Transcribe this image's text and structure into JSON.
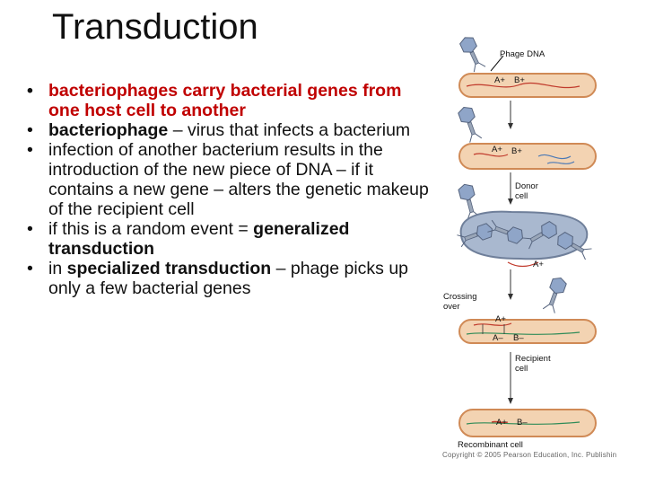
{
  "slide": {
    "title": "Transduction",
    "bullets": [
      {
        "parts": [
          {
            "text": "bacteriophages carry bacterial genes from one host cell to another",
            "bold": true
          }
        ]
      },
      {
        "parts": [
          {
            "text": "bacteriophage",
            "bold": true
          },
          {
            "text": " – virus that infects a bacterium",
            "bold": false
          }
        ]
      },
      {
        "parts": [
          {
            "text": "infection of another bacterium results in the introduction of the new piece of DNA – if it contains a new gene – alters the genetic makeup of the recipient cell",
            "bold": false
          }
        ]
      },
      {
        "parts": [
          {
            "text": "if this is a random event = ",
            "bold": false
          },
          {
            "text": "generalized transduction",
            "bold": true
          }
        ]
      },
      {
        "parts": [
          {
            "text": "in ",
            "bold": false
          },
          {
            "text": "specialized transduction",
            "bold": true
          },
          {
            "text": " – phage picks up only a few bacterial genes",
            "bold": false
          }
        ]
      }
    ]
  },
  "diagram": {
    "phage_dna": "Phage DNA",
    "donor_cell": "Donor cell",
    "crossing_over": "Crossing over",
    "recipient_cell": "Recipient cell",
    "recombinant_cell": "Recombinant cell",
    "gene_a_plus": "A+",
    "gene_b_plus": "B+",
    "gene_a_minus": "A–",
    "gene_b_minus": "B–",
    "copyright": "Copyright © 2005 Pearson Education, Inc. Publishin"
  },
  "colors": {
    "bullet_red": "#c00000",
    "cell_fill": "#f3d3b2",
    "cell_border": "#d08a56",
    "phage_blue": "#8fa5c8"
  }
}
